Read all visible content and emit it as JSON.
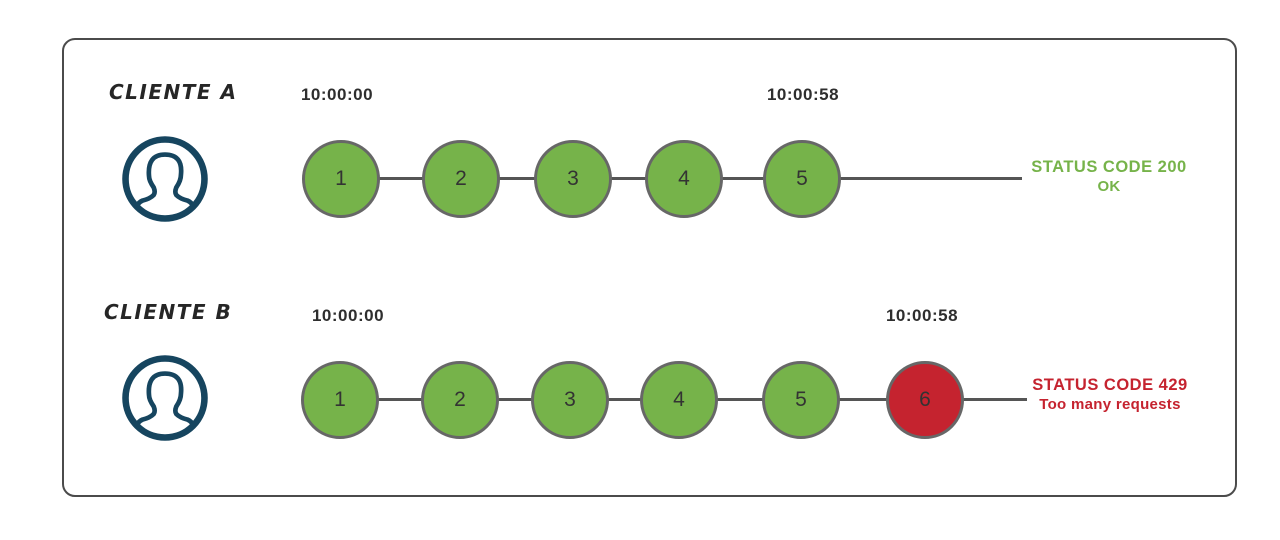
{
  "colors": {
    "green": "#76b34a",
    "red": "#c5232f",
    "navy": "#16455f",
    "circle_border": "#676767",
    "line": "#555555",
    "box_border": "#4b4b4b"
  },
  "rows": [
    {
      "client_label": "CLIENTE A",
      "start_time": "10:00:00",
      "end_time": "10:00:58",
      "requests": [
        {
          "label": "1",
          "state": "success"
        },
        {
          "label": "2",
          "state": "success"
        },
        {
          "label": "3",
          "state": "success"
        },
        {
          "label": "4",
          "state": "success"
        },
        {
          "label": "5",
          "state": "success"
        }
      ],
      "status": {
        "line1": "STATUS CODE 200",
        "line2": "OK",
        "type": "success"
      }
    },
    {
      "client_label": "CLIENTE B",
      "start_time": "10:00:00",
      "end_time": "10:00:58",
      "requests": [
        {
          "label": "1",
          "state": "success"
        },
        {
          "label": "2",
          "state": "success"
        },
        {
          "label": "3",
          "state": "success"
        },
        {
          "label": "4",
          "state": "success"
        },
        {
          "label": "5",
          "state": "success"
        },
        {
          "label": "6",
          "state": "blocked"
        }
      ],
      "status": {
        "line1": "STATUS CODE 429",
        "line2": "Too many requests",
        "type": "blocked"
      }
    }
  ]
}
